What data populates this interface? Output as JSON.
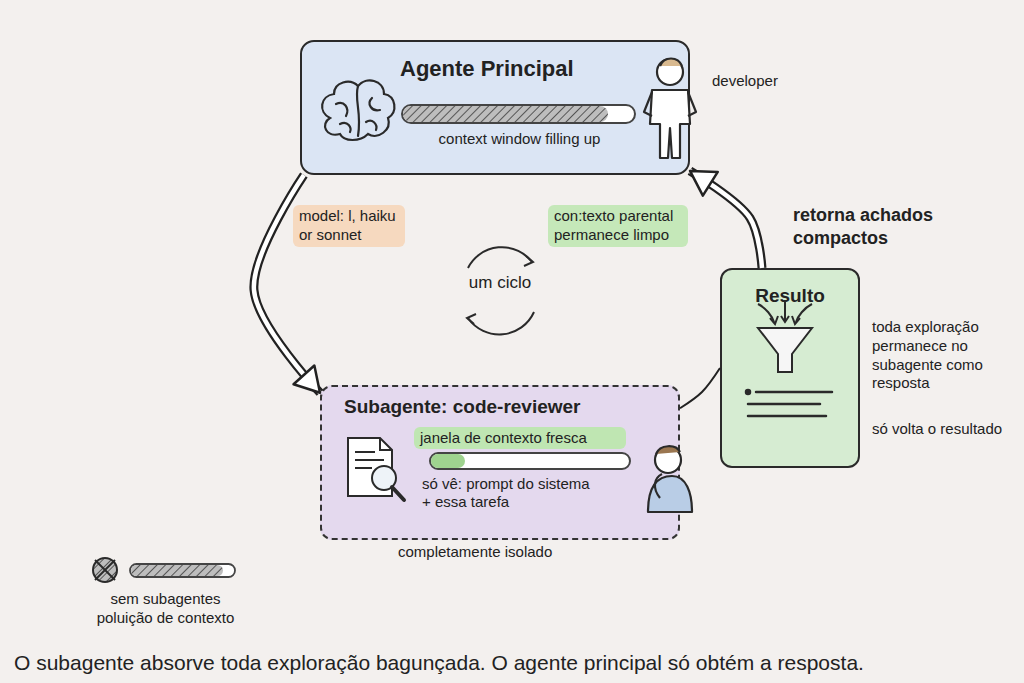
{
  "diagram": {
    "caption": "O subagente absorve toda exploração bagunçada. O agente principal só obtém a resposta.",
    "nodes": [
      {
        "text": [
          "Agente Principal",
          "context window filling up"
        ]
      },
      {
        "text": [
          "Subagente: code-reviewer",
          "janela de contexto fresca",
          "só vê: prompt do sistema + essa tarefa"
        ]
      },
      {
        "text": [
          "Resulto"
        ]
      }
    ],
    "edges": [
      {
        "from": 0,
        "to": 1,
        "arrow": "to",
        "label": "model: l, haiku or sonnet"
      },
      {
        "from": 1,
        "to": 2,
        "arrow": "none"
      },
      {
        "from": 2,
        "to": 0,
        "arrow": "to",
        "label": "retorna achados compactos"
      }
    ],
    "labels": [
      "developer",
      "con:texto parental permanece limpo",
      "um ciclo",
      "toda exploração permanece no subagente como resposta",
      "só volta o resultado",
      "completamente isolado",
      "sem subagentes poluição de contexto"
    ]
  }
}
